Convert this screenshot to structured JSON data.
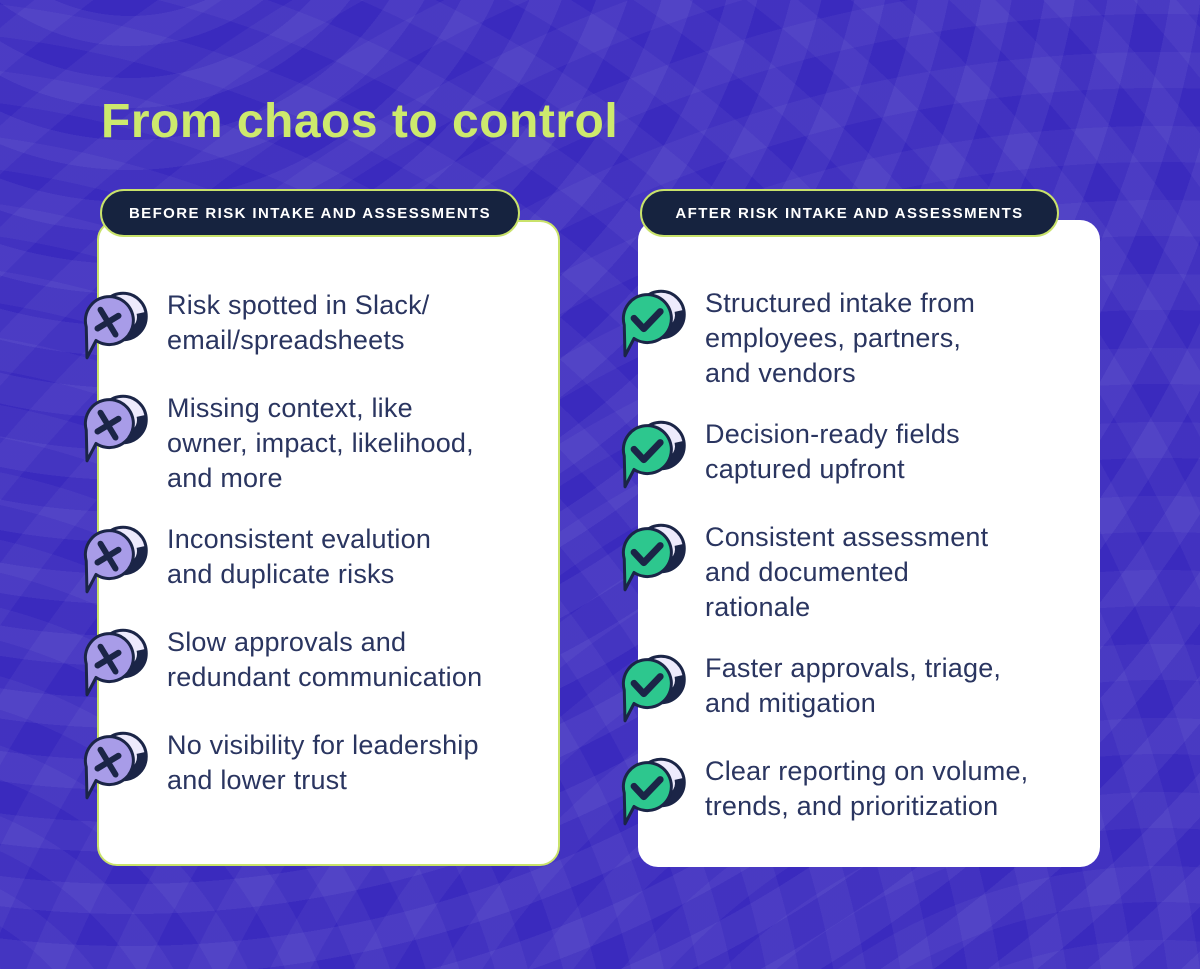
{
  "title": "From chaos to control",
  "colors": {
    "background": "#3a2abe",
    "title": "#cde96d",
    "pill-bg": "#16233f",
    "pill-border": "#c9e26a",
    "pill-text": "#ffffff",
    "card-bg": "#ffffff",
    "card-border": "#c9e26a",
    "body-text": "#2a3560",
    "icon-outline": "#1b2547",
    "before-bubble": "#a89ce8",
    "after-bubble": "#2dc78e",
    "bubble-highlight": "#edeafc"
  },
  "before": {
    "header": "BEFORE RISK INTAKE AND ASSESSMENTS",
    "items": [
      {
        "icon": "x-speech-bubble",
        "text": "Risk spotted in Slack/\nemail/spreadsheets"
      },
      {
        "icon": "x-speech-bubble",
        "text": "Missing context, like\nowner, impact, likelihood,\nand more"
      },
      {
        "icon": "x-speech-bubble",
        "text": "Inconsistent evalution\nand duplicate risks"
      },
      {
        "icon": "x-speech-bubble",
        "text": "Slow approvals and\nredundant communication"
      },
      {
        "icon": "x-speech-bubble",
        "text": "No visibility for leadership\nand lower trust"
      }
    ]
  },
  "after": {
    "header": "AFTER RISK INTAKE AND ASSESSMENTS",
    "items": [
      {
        "icon": "check-speech-bubble",
        "text": "Structured intake from\nemployees, partners,\nand vendors"
      },
      {
        "icon": "check-speech-bubble",
        "text": "Decision-ready fields\ncaptured upfront"
      },
      {
        "icon": "check-speech-bubble",
        "text": "Consistent assessment\nand documented\nrationale"
      },
      {
        "icon": "check-speech-bubble",
        "text": "Faster approvals, triage,\nand mitigation"
      },
      {
        "icon": "check-speech-bubble",
        "text": "Clear reporting on volume,\ntrends, and prioritization"
      }
    ]
  }
}
